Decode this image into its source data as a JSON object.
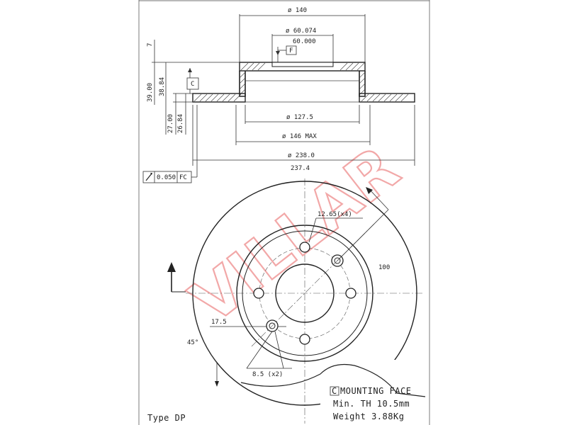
{
  "drawing": {
    "dims": {
      "d140": "ø 140",
      "d60074": "ø 60.074",
      "d60000": "60.000",
      "d1275": "ø 127.5",
      "d146": "ø 146 MAX",
      "d238": "ø 238.0",
      "d2374": "237.4",
      "h7": "7",
      "h3900": "39.00",
      "h3884": "38.84",
      "h2700": "27.00",
      "h2684": "26.84",
      "hole": "12.65(x4)",
      "pcd": "100",
      "d175": "17.5",
      "ang": "45°",
      "d85": "8.5 (x2)"
    },
    "datum_f": "F",
    "datum_c": "C",
    "tolerance": {
      "value": "0.050",
      "ref": "FC"
    },
    "watermark": "VILLAR",
    "info": {
      "mounting_letter": "C",
      "mounting_label": "MOUNTING FACE",
      "min_th": "Min. TH 10.5mm",
      "weight": "Weight 3.88Kg"
    },
    "type_label": "Type DP"
  }
}
